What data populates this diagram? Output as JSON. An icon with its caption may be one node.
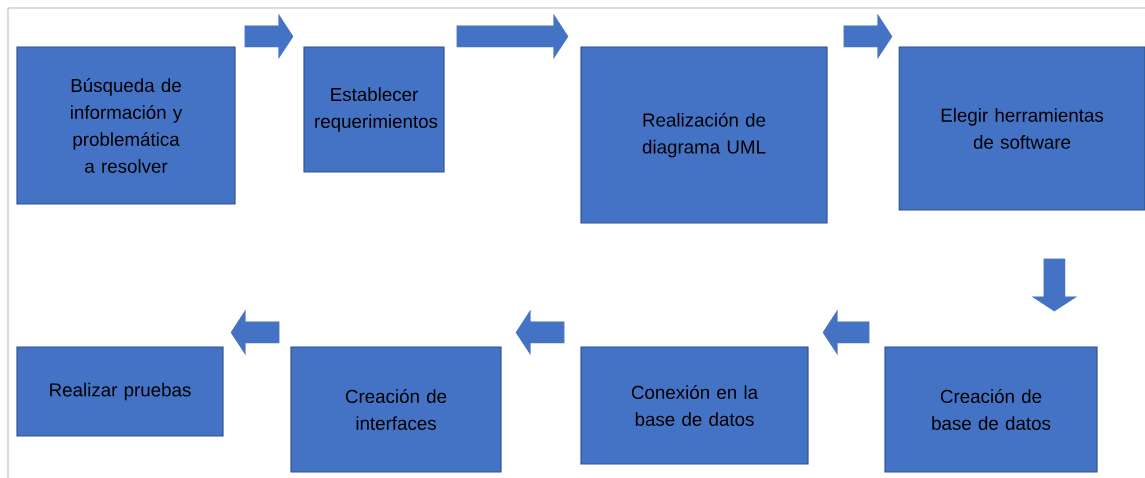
{
  "diagram": {
    "nodes": [
      {
        "text": [
          "Búsqueda de información y problemática a resolver"
        ]
      },
      {
        "text": [
          "Establecer requerimientos"
        ]
      },
      {
        "text": [
          "Realización de diagrama UML"
        ]
      },
      {
        "text": [
          "Elegir herramientas de software"
        ]
      },
      {
        "text": [
          "Creación de base de datos"
        ]
      },
      {
        "text": [
          "Conexión en la base de datos"
        ]
      },
      {
        "text": [
          "Creación de interfaces"
        ]
      },
      {
        "text": [
          "Realizar pruebas"
        ]
      }
    ],
    "edges": [
      {
        "from": 0,
        "to": 1,
        "arrow": "to"
      },
      {
        "from": 1,
        "to": 2,
        "arrow": "to"
      },
      {
        "from": 2,
        "to": 3,
        "arrow": "to"
      },
      {
        "from": 3,
        "to": 4,
        "arrow": "to"
      },
      {
        "from": 4,
        "to": 5,
        "arrow": "to"
      },
      {
        "from": 5,
        "to": 6,
        "arrow": "to"
      },
      {
        "from": 6,
        "to": 7,
        "arrow": "to"
      }
    ]
  }
}
